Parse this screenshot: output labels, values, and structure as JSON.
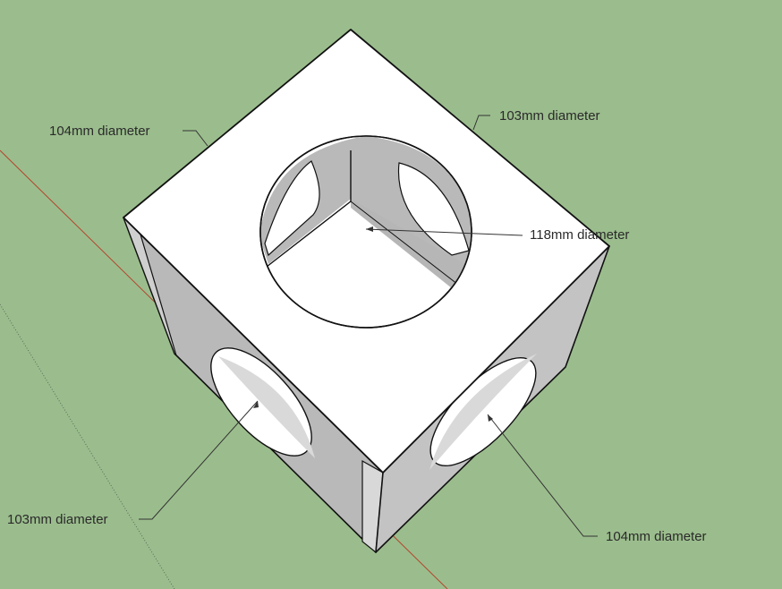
{
  "scene": {
    "background_color": "#9bbd8d",
    "model_face_color": "#ffffff",
    "model_shadow_color": "#b6b6b6",
    "edge_color": "#111111",
    "axis_red_color": "#b4452e",
    "guide_line_color": "#5a6a5a"
  },
  "callouts": [
    {
      "id": "top-left-edge",
      "text": "104mm diameter"
    },
    {
      "id": "top-right-edge",
      "text": "103mm diameter"
    },
    {
      "id": "top-hole",
      "text": "118mm diameter"
    },
    {
      "id": "left-face-hole",
      "text": "103mm diameter"
    },
    {
      "id": "right-face-hole",
      "text": "104mm diameter"
    }
  ]
}
